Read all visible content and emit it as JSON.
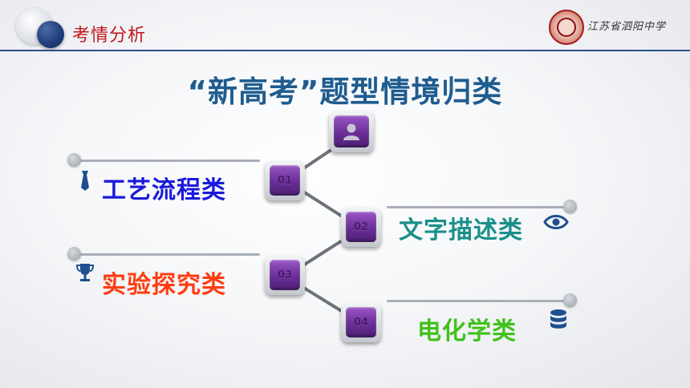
{
  "header": {
    "title": "考情分析",
    "school_name": "江苏省泗阳中学"
  },
  "main_title": "“新高考”题型情境归类",
  "items": [
    {
      "number": "01",
      "label": "工艺流程类",
      "color": "#1a1adc",
      "icon": "tie-icon"
    },
    {
      "number": "02",
      "label": "文字描述类",
      "color": "#1a8f8a",
      "icon": "eye-icon"
    },
    {
      "number": "03",
      "label": "实验探究类",
      "color": "#ff3d12",
      "icon": "trophy-icon"
    },
    {
      "number": "04",
      "label": "电化学类",
      "color": "#3fc21a",
      "icon": "database-icon"
    }
  ],
  "colors": {
    "header_red": "#c0161c",
    "header_rule": "#2b4f8f",
    "title_blue": "#1f5c8f",
    "tile_purple": "#6a2e98",
    "icon_blue": "#1f4f8f"
  }
}
